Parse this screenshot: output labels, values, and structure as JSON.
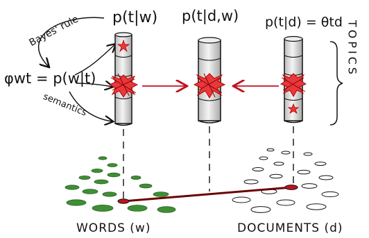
{
  "labels": {
    "p_t_given_w": "p(t|w)",
    "p_t_given_dw": "p(t|d,w)",
    "p_t_given_d": "p(t|d) = θtd",
    "phi_wt": "φwt = p(w|t)",
    "bayes_rule": "Bayes' rule",
    "semantics": "semantics",
    "topics": "TOPICS",
    "words": "WORDS (w)",
    "documents": "DOCUMENTS (d)"
  },
  "colors": {
    "ink": "#111111",
    "topic_red": "#e8383c",
    "link_red": "#c1121f",
    "word_green": "#3f8f35",
    "column_fill": "#e6e6e6"
  }
}
